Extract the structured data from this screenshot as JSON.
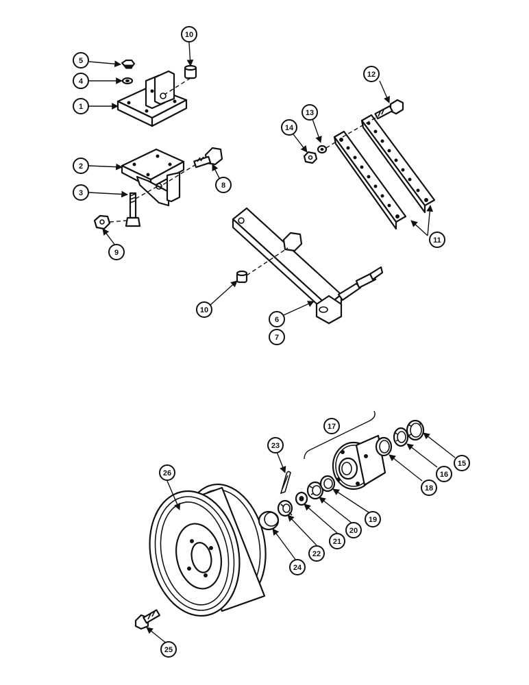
{
  "callouts": {
    "c1": "1",
    "c2": "2",
    "c3": "3",
    "c4": "4",
    "c5": "5",
    "c6": "6",
    "c7": "7",
    "c8": "8",
    "c9": "9",
    "c10a": "10",
    "c10b": "10",
    "c11": "11",
    "c12": "12",
    "c13": "13",
    "c14": "14",
    "c15": "15",
    "c16": "16",
    "c17": "17",
    "c18": "18",
    "c19": "19",
    "c20": "20",
    "c21": "21",
    "c22": "22",
    "c23": "23",
    "c24": "24",
    "c25": "25",
    "c26": "26"
  }
}
